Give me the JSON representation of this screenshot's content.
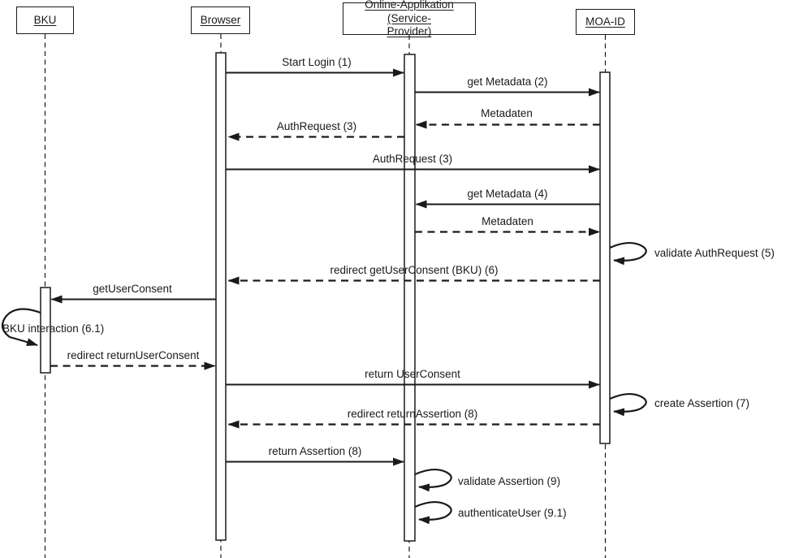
{
  "diagram_type": "uml-sequence-diagram",
  "colors": {
    "line": "#1a1a1a",
    "background": "#ffffff"
  },
  "actors": [
    {
      "name": "BKU"
    },
    {
      "name": "Browser"
    },
    {
      "name": "Online-Applikation (Service-Provider)",
      "line1": "Online-Applikation (Service-",
      "line2": "Provider)"
    },
    {
      "name": "MOA-ID"
    }
  ],
  "messages": [
    {
      "label": "Start Login (1)",
      "from": "Browser",
      "to": "Online-Applikation (Service-Provider)",
      "style": "solid"
    },
    {
      "label": "get Metadata (2)",
      "from": "Online-Applikation (Service-Provider)",
      "to": "MOA-ID",
      "style": "solid"
    },
    {
      "label": "Metadaten",
      "from": "MOA-ID",
      "to": "Online-Applikation (Service-Provider)",
      "style": "dashed"
    },
    {
      "label": "AuthRequest (3)",
      "from": "Online-Applikation (Service-Provider)",
      "to": "Browser",
      "style": "dashed"
    },
    {
      "label": "AuthRequest (3)",
      "from": "Browser",
      "to": "MOA-ID",
      "style": "solid"
    },
    {
      "label": "get Metadata (4)",
      "from": "MOA-ID",
      "to": "Online-Applikation (Service-Provider)",
      "style": "solid"
    },
    {
      "label": "Metadaten",
      "from": "Online-Applikation (Service-Provider)",
      "to": "MOA-ID",
      "style": "dashed"
    },
    {
      "label": "validate AuthRequest (5)",
      "actor": "MOA-ID",
      "style": "self"
    },
    {
      "label": "redirect getUserConsent (BKU) (6)",
      "from": "MOA-ID",
      "to": "Browser",
      "style": "dashed"
    },
    {
      "label": "getUserConsent",
      "from": "Browser",
      "to": "BKU",
      "style": "solid"
    },
    {
      "label": "BKU interaction (6.1)",
      "actor": "BKU",
      "style": "self"
    },
    {
      "label": "redirect returnUserConsent",
      "from": "BKU",
      "to": "Browser",
      "style": "dashed"
    },
    {
      "label": "return UserConsent",
      "from": "Browser",
      "to": "MOA-ID",
      "style": "solid"
    },
    {
      "label": "create Assertion (7)",
      "actor": "MOA-ID",
      "style": "self"
    },
    {
      "label": "redirect returnAssertion (8)",
      "from": "MOA-ID",
      "to": "Browser",
      "style": "dashed"
    },
    {
      "label": "return Assertion (8)",
      "from": "Browser",
      "to": "Online-Applikation (Service-Provider)",
      "style": "solid"
    },
    {
      "label": "validate Assertion (9)",
      "actor": "Online-Applikation (Service-Provider)",
      "style": "self"
    },
    {
      "label": "authenticateUser (9.1)",
      "actor": "Online-Applikation (Service-Provider)",
      "style": "self"
    }
  ]
}
